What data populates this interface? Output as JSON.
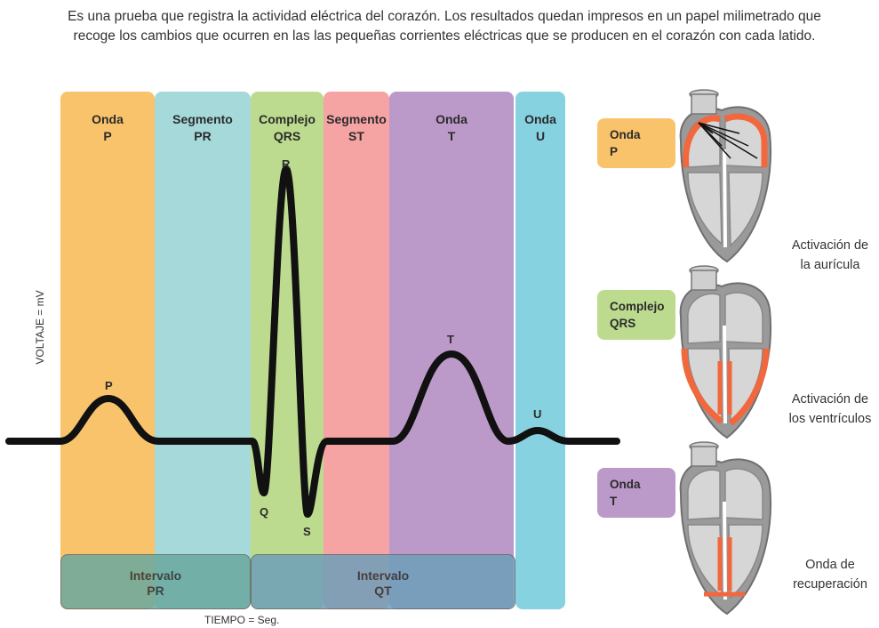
{
  "intro": "Es una prueba que registra la actividad eléctrica del corazón. Los resultados quedan impresos en un papel milimetrado que recoge los cambios que ocurren en las las pequeñas corrientes eléctricas que se producen en el corazón con cada latido.",
  "bands": [
    {
      "line1": "Onda",
      "line2": "P",
      "color": "#F9C36B"
    },
    {
      "line1": "Segmento",
      "line2": "PR",
      "color": "#A5D9DA"
    },
    {
      "line1": "Complejo",
      "line2": "QRS",
      "color": "#BCDB8F"
    },
    {
      "line1": "Segmento",
      "line2": "ST",
      "color": "#F5A3A3"
    },
    {
      "line1": "Onda",
      "line2": "T",
      "color": "#BB99C9"
    },
    {
      "line1": "Onda",
      "line2": "U",
      "color": "#87D2E0"
    }
  ],
  "intervals": [
    {
      "line1": "Intervalo",
      "line2": "PR",
      "color": "#6AA89E"
    },
    {
      "line1": "Intervalo",
      "line2": "QT",
      "color": "#6E9FB9"
    }
  ],
  "wave_labels": {
    "p": "P",
    "q": "Q",
    "r": "R",
    "s": "S",
    "t": "T",
    "u": "U"
  },
  "axes": {
    "y_label": "VOLTAJE = mV",
    "x_label": "TIEMPO = Seg."
  },
  "hearts": [
    {
      "tag_line1": "Onda",
      "tag_line2": "P",
      "tag_color": "#F9C36B",
      "caption_line1": "Activación de",
      "caption_line2": "la aurícula",
      "activation": "atria"
    },
    {
      "tag_line1": "Complejo",
      "tag_line2": "QRS",
      "tag_color": "#BCDB8F",
      "caption_line1": "Activación de",
      "caption_line2": "los ventrículos",
      "activation": "ventricles"
    },
    {
      "tag_line1": "Onda",
      "tag_line2": "T",
      "tag_color": "#BB99C9",
      "caption_line1": "Onda de",
      "caption_line2": "recuperación",
      "activation": "recovery"
    }
  ],
  "colors": {
    "ecg_line": "#111111",
    "activation": "#F2673D",
    "heart_wall": "#9A9A9A",
    "heart_inner": "#D6D6D6"
  }
}
